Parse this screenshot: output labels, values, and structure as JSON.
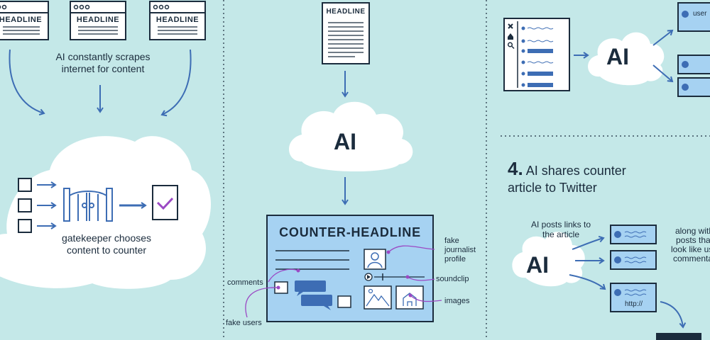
{
  "panel1": {
    "browser_headline_1": "HEADLINE",
    "browser_headline_2": "HEADLINE",
    "browser_headline_3": "HEADLINE",
    "caption_line1": "AI constantly scrapes",
    "caption_line2": "internet for content",
    "gate_caption_line1": "gatekeeper chooses",
    "gate_caption_line2": "content to counter"
  },
  "panel2": {
    "doc_headline": "HEADLINE",
    "ai_label": "AI",
    "counter_headline": "COUNTER-HEADLINE",
    "label_fake_profile_1": "fake",
    "label_fake_profile_2": "journalist",
    "label_fake_profile_3": "profile",
    "label_soundclip": "soundclip",
    "label_images": "images",
    "label_comments": "comments",
    "label_fake_users": "fake users"
  },
  "panel3": {
    "ai_label": "AI",
    "user_label": "user"
  },
  "panel4": {
    "step_number": "4.",
    "title_line1": "AI shares counter",
    "title_line2": "article to Twitter",
    "ai_label": "AI",
    "posts_links_line1": "AI posts links to",
    "posts_links_line2": "the article",
    "along_line1": "along with",
    "along_line2": "posts that",
    "along_line3": "look like use",
    "along_line4": "commentar",
    "link_text": "http://"
  },
  "colors": {
    "background": "#c4e8e8",
    "ink": "#1b2c3d",
    "accent_blue": "#3d6db4",
    "card_blue": "#a6d2f2",
    "cloud_white": "#ffffff",
    "check_purple": "#9b49c4"
  }
}
